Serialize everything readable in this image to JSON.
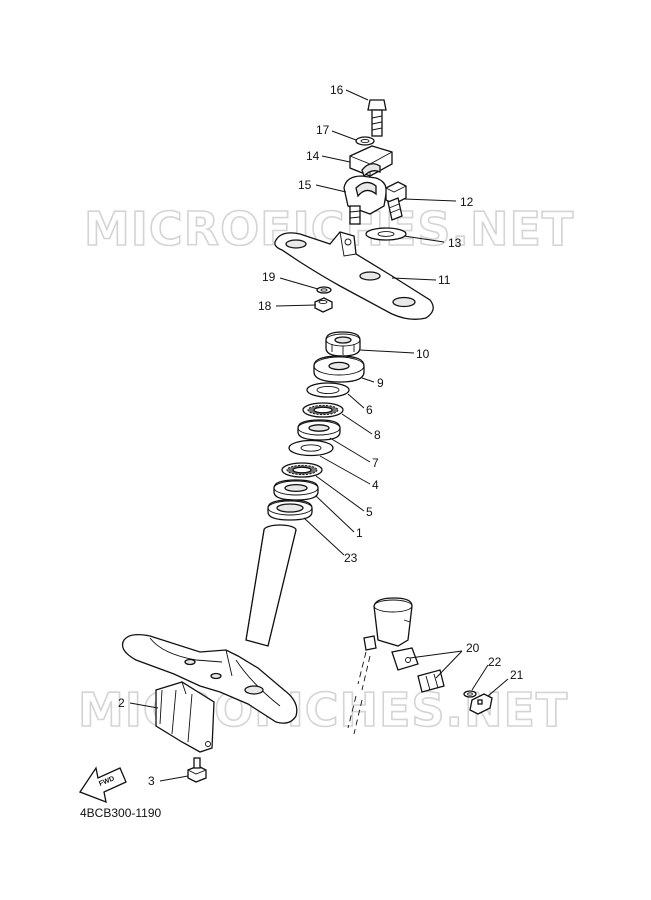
{
  "watermark": "MICROFICHES.NET",
  "diagram_code": "4BCB300-1190",
  "fwd_label": "FWD",
  "parts": [
    {
      "key": "16",
      "label": "16"
    },
    {
      "key": "17",
      "label": "17"
    },
    {
      "key": "14",
      "label": "14"
    },
    {
      "key": "15",
      "label": "15"
    },
    {
      "key": "12",
      "label": "12"
    },
    {
      "key": "13",
      "label": "13"
    },
    {
      "key": "19",
      "label": "19"
    },
    {
      "key": "11",
      "label": "11"
    },
    {
      "key": "18",
      "label": "18"
    },
    {
      "key": "10",
      "label": "10"
    },
    {
      "key": "9",
      "label": "9"
    },
    {
      "key": "6",
      "label": "6"
    },
    {
      "key": "8",
      "label": "8"
    },
    {
      "key": "7",
      "label": "7"
    },
    {
      "key": "4",
      "label": "4"
    },
    {
      "key": "5",
      "label": "5"
    },
    {
      "key": "1",
      "label": "1"
    },
    {
      "key": "23",
      "label": "23"
    },
    {
      "key": "20",
      "label": "20"
    },
    {
      "key": "22",
      "label": "22"
    },
    {
      "key": "21",
      "label": "21"
    },
    {
      "key": "2",
      "label": "2"
    },
    {
      "key": "3",
      "label": "3"
    }
  ]
}
